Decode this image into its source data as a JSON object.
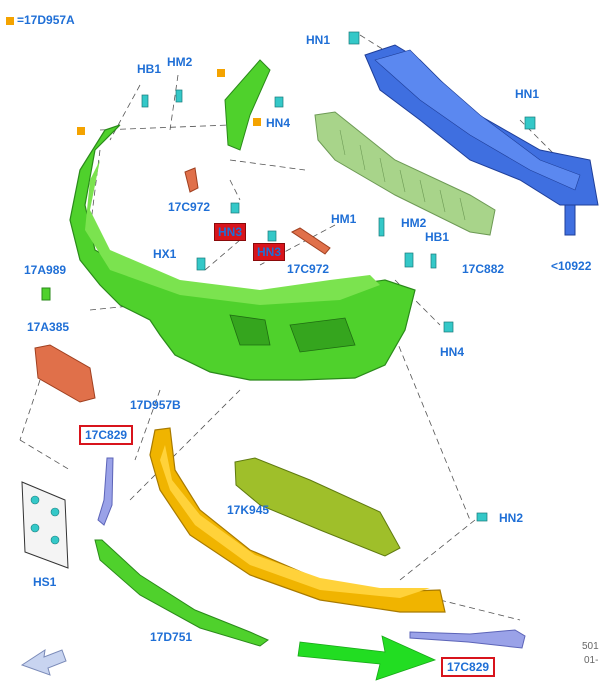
{
  "labels": {
    "legend_code": "=17D957A",
    "hn1_top": "HN1",
    "hn1_right": "HN1",
    "hb1_left": "HB1",
    "hm2_left": "HM2",
    "hn4_top": "HN4",
    "c972_a": "17C972",
    "hn3_a": "HN3",
    "hn3_b": "HN3",
    "hm1": "HM1",
    "hm2_right": "HM2",
    "hb1_right": "HB1",
    "hx1": "HX1",
    "c972_b": "17C972",
    "a989": "17A989",
    "c882": "17C882",
    "ref10922": "<10922",
    "a385": "17A385",
    "hn4_right": "HN4",
    "d957b": "17D957B",
    "c829_a": "17C829",
    "k945": "17K945",
    "hn2": "HN2",
    "hs1": "HS1",
    "d751": "17D751",
    "c829_b": "17C829",
    "corner_1": "501",
    "corner_2": "01-"
  },
  "colors": {
    "label_blue": "#1f6fd6",
    "bumper_green": "#4fd12c",
    "reinforcement_blue": "#3f6fe0",
    "absorber_green": "#a8d48a",
    "lower_orange": "#f0b400",
    "grille_olive": "#9fbf2a",
    "plate_bracket": "#e0704a",
    "clip_cyan": "#34c8c8",
    "strip_lavender": "#9aa2e8",
    "arrow_green": "#22dd22",
    "highlight_red": "#d8141c",
    "legend_orange": "#f4a300"
  }
}
